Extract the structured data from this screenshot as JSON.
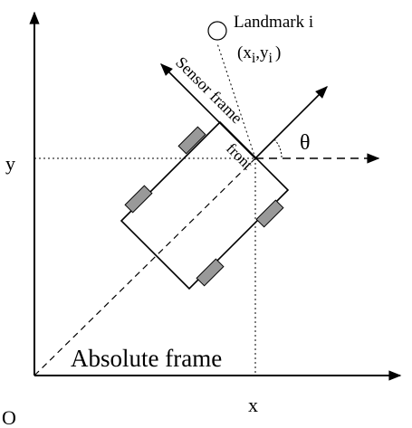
{
  "diagram": {
    "labels": {
      "origin": "O",
      "x_axis": "x",
      "y_axis": "y",
      "angle": "θ",
      "landmark": "Landmark i",
      "landmark_coords_open": "(x",
      "landmark_coords_sub_i1": "i",
      "landmark_coords_mid": ",y",
      "landmark_coords_sub_i2": "i",
      "landmark_coords_close": ")",
      "sensor_frame": "Sensor frame",
      "front": "front",
      "absolute_frame": "Absolute frame"
    },
    "colors": {
      "line": "#000000",
      "wheel": "#999999",
      "background": "#ffffff"
    }
  }
}
